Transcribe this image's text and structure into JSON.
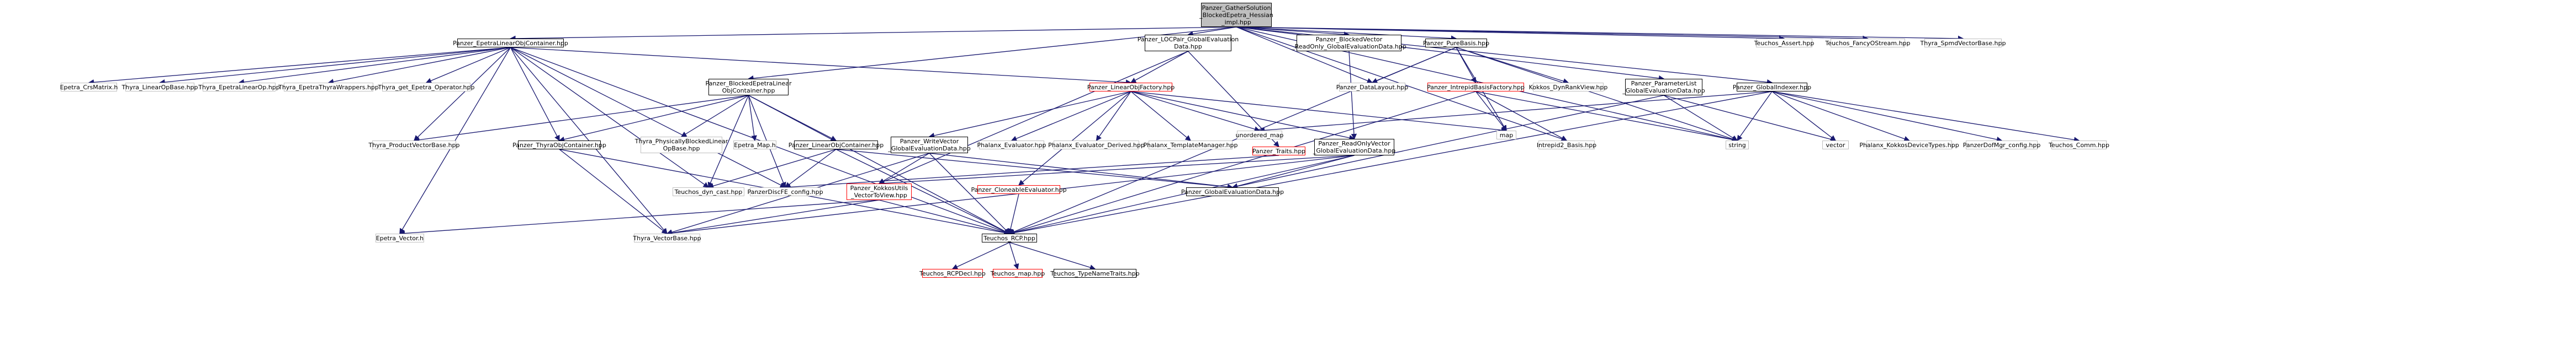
{
  "colors": {
    "edge": "#191970",
    "box_border": "#000000",
    "plain_border": "#bfbfbf",
    "truncated_border": "#ff0000",
    "root_fill": "#bfbfbf"
  },
  "root": {
    "label": "Panzer_GatherSolution\n_BlockedEpetra_Hessian\n_impl.hpp"
  },
  "nodes": [
    {
      "label": "Panzer_EpetraLinearObjContainer.hpp",
      "style": "box"
    },
    {
      "label": "Panzer_LOCPair_GlobalEvaluation\nData.hpp",
      "style": "box"
    },
    {
      "label": "Panzer_BlockedVector\n_ReadOnly_GlobalEvaluationData.hpp",
      "style": "box"
    },
    {
      "label": "Panzer_PureBasis.hpp",
      "style": "box"
    },
    {
      "label": "Teuchos_Assert.hpp",
      "style": "plain"
    },
    {
      "label": "Teuchos_FancyOStream.hpp",
      "style": "plain"
    },
    {
      "label": "Thyra_SpmdVectorBase.hpp",
      "style": "plain"
    },
    {
      "label": "Epetra_CrsMatrix.h",
      "style": "plain"
    },
    {
      "label": "Thyra_LinearOpBase.hpp",
      "style": "plain"
    },
    {
      "label": "Thyra_EpetraLinearOp.hpp",
      "style": "plain"
    },
    {
      "label": "Thyra_EpetraThyraWrappers.hpp",
      "style": "plain"
    },
    {
      "label": "Thyra_get_Epetra_Operator.hpp",
      "style": "plain"
    },
    {
      "label": "Panzer_BlockedEpetraLinear\nObjContainer.hpp",
      "style": "box"
    },
    {
      "label": "Panzer_LinearObjFactory.hpp",
      "style": "red"
    },
    {
      "label": "Panzer_DataLayout.hpp",
      "style": "plain"
    },
    {
      "label": "Panzer_IntrepidBasisFactory.hpp",
      "style": "red"
    },
    {
      "label": "Kokkos_DynRankView.hpp",
      "style": "plain"
    },
    {
      "label": "Panzer_ParameterList\n_GlobalEvaluationData.hpp",
      "style": "box"
    },
    {
      "label": "Panzer_GlobalIndexer.hpp",
      "style": "box"
    },
    {
      "label": "Thyra_ProductVectorBase.hpp",
      "style": "plain"
    },
    {
      "label": "Panzer_ThyraObjContainer.hpp",
      "style": "box"
    },
    {
      "label": "Thyra_PhysicallyBlockedLinear\nOpBase.hpp",
      "style": "plain"
    },
    {
      "label": "Epetra_Map.h",
      "style": "plain"
    },
    {
      "label": "Panzer_LinearObjContainer.hpp",
      "style": "box"
    },
    {
      "label": "Panzer_WriteVector\n_GlobalEvaluationData.hpp",
      "style": "box"
    },
    {
      "label": "Phalanx_Evaluator.hpp",
      "style": "plain"
    },
    {
      "label": "Phalanx_Evaluator_Derived.hpp",
      "style": "plain"
    },
    {
      "label": "Phalanx_TemplateManager.hpp",
      "style": "plain"
    },
    {
      "label": "unordered_map",
      "style": "plain"
    },
    {
      "label": "Panzer_Traits.hpp",
      "style": "red"
    },
    {
      "label": "Panzer_ReadOnlyVector\n_GlobalEvaluationData.hpp",
      "style": "box"
    },
    {
      "label": "map",
      "style": "plain"
    },
    {
      "label": "Intrepid2_Basis.hpp",
      "style": "plain"
    },
    {
      "label": "string",
      "style": "plain"
    },
    {
      "label": "vector",
      "style": "plain"
    },
    {
      "label": "Phalanx_KokkosDeviceTypes.hpp",
      "style": "plain"
    },
    {
      "label": "PanzerDofMgr_config.hpp",
      "style": "plain"
    },
    {
      "label": "Teuchos_Comm.hpp",
      "style": "plain"
    },
    {
      "label": "Teuchos_dyn_cast.hpp",
      "style": "plain"
    },
    {
      "label": "PanzerDiscFE_config.hpp",
      "style": "plain"
    },
    {
      "label": "Panzer_KokkosUtils\n_VectorToView.hpp",
      "style": "red"
    },
    {
      "label": "Panzer_CloneableEvaluator.hpp",
      "style": "red"
    },
    {
      "label": "Panzer_GlobalEvaluationData.hpp",
      "style": "box"
    },
    {
      "label": "Epetra_Vector.h",
      "style": "plain"
    },
    {
      "label": "Thyra_VectorBase.hpp",
      "style": "plain"
    },
    {
      "label": "Teuchos_RCP.hpp",
      "style": "box"
    },
    {
      "label": "Teuchos_RCPDecl.hpp",
      "style": "red"
    },
    {
      "label": "Teuchos_map.hpp",
      "style": "red"
    },
    {
      "label": "Teuchos_TypeNameTraits.hpp",
      "style": "box"
    }
  ]
}
